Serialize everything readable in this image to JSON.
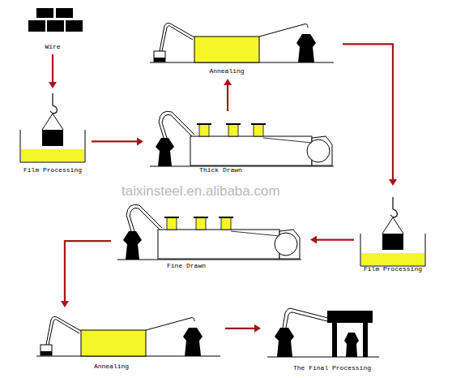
{
  "diagram": {
    "nodes": [
      {
        "text": [
          "Wire"
        ]
      },
      {
        "text": [
          "Film Processing"
        ]
      },
      {
        "text": [
          "Thick Drawn"
        ]
      },
      {
        "text": [
          "Annealing"
        ]
      },
      {
        "text": [
          "Film Processing"
        ]
      },
      {
        "text": [
          "Fine Drawn"
        ]
      },
      {
        "text": [
          "Annealing"
        ]
      },
      {
        "text": [
          "The Final Processing"
        ]
      }
    ],
    "edges": [
      {
        "from": 0,
        "to": 1,
        "arrow": "to"
      },
      {
        "from": 1,
        "to": 2,
        "arrow": "to"
      },
      {
        "from": 2,
        "to": 3,
        "arrow": "to"
      },
      {
        "from": 3,
        "to": 4,
        "arrow": "to"
      },
      {
        "from": 4,
        "to": 5,
        "arrow": "to"
      },
      {
        "from": 5,
        "to": 6,
        "arrow": "to"
      },
      {
        "from": 6,
        "to": 7,
        "arrow": "to"
      }
    ],
    "labels": [
      "taixinsteel.en.alibaba.com"
    ]
  }
}
